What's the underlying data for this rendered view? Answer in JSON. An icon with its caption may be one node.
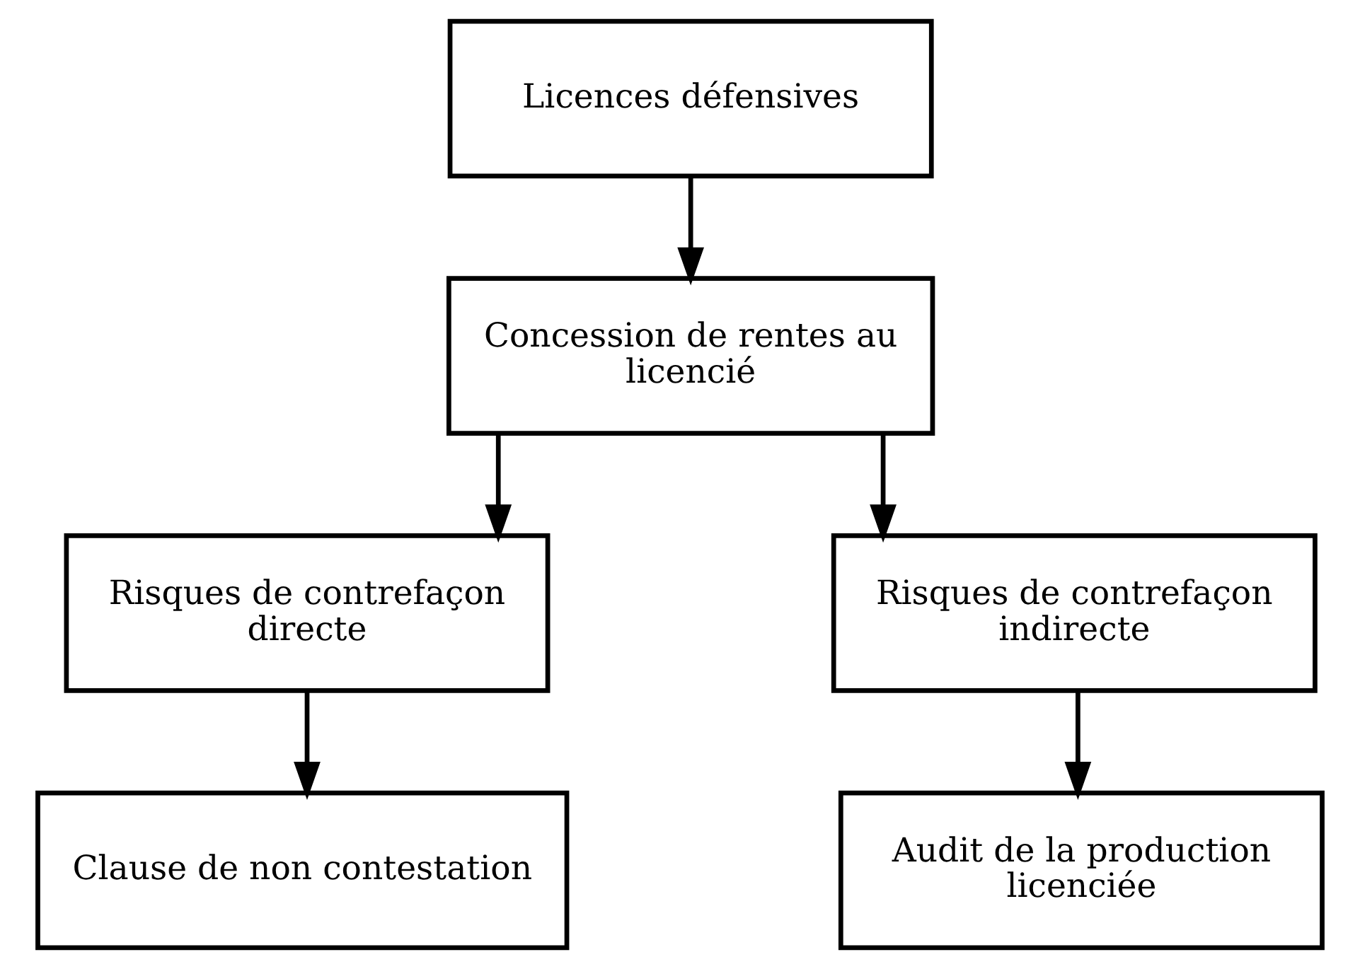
{
  "diagram": {
    "nodes": [
      {
        "text": [
          "Licences défensives"
        ]
      },
      {
        "text": [
          "Concession de rentes au licencié"
        ]
      },
      {
        "text": [
          "Risques de contrefaçon directe"
        ]
      },
      {
        "text": [
          "Risques de contrefaçon indirecte"
        ]
      },
      {
        "text": [
          "Clause de non contestation"
        ]
      },
      {
        "text": [
          "Audit de la production licenciée"
        ]
      }
    ],
    "edges": [
      {
        "from": 0,
        "to": 1,
        "arrow": "to"
      },
      {
        "from": 1,
        "to": 2,
        "arrow": "to"
      },
      {
        "from": 1,
        "to": 3,
        "arrow": "to"
      },
      {
        "from": 2,
        "to": 4,
        "arrow": "to"
      },
      {
        "from": 3,
        "to": 5,
        "arrow": "to"
      }
    ]
  }
}
